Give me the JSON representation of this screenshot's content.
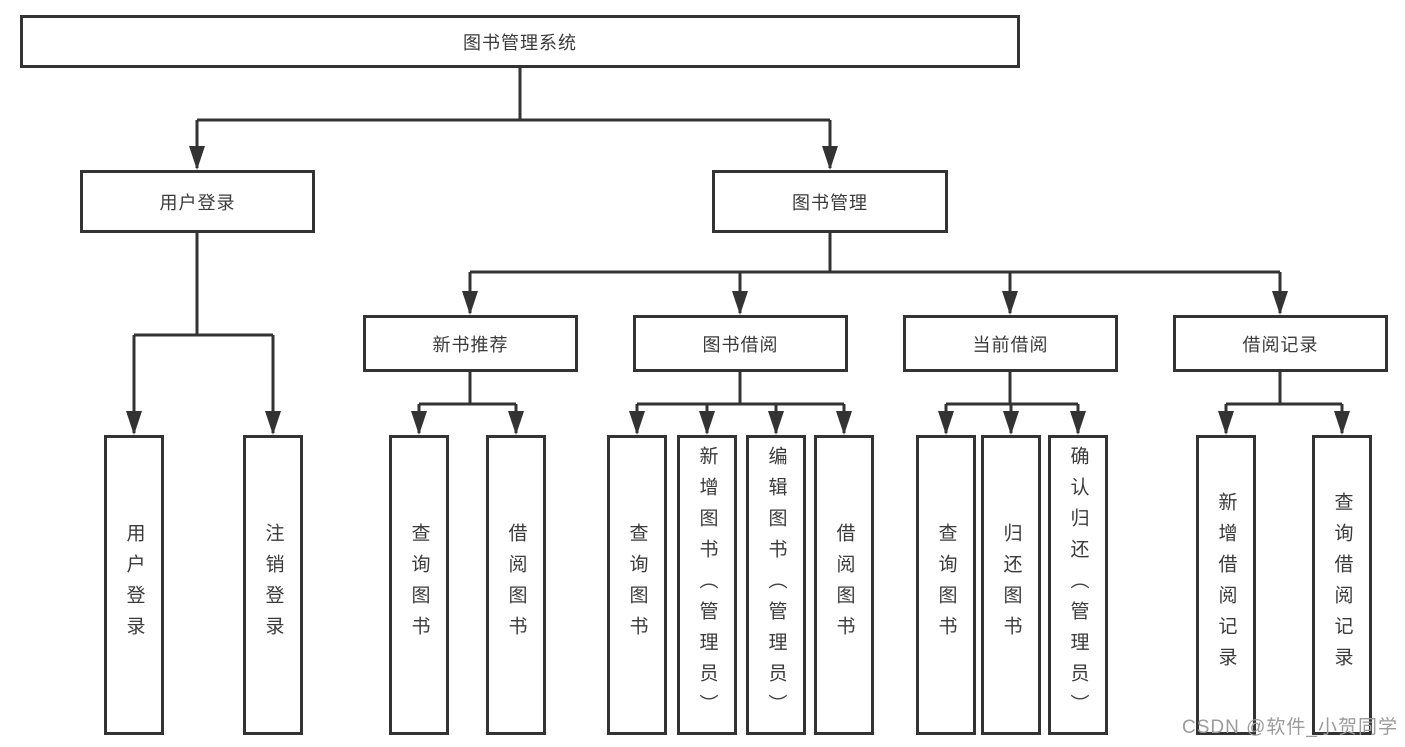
{
  "diagram": {
    "root": {
      "label": "图书管理系统"
    },
    "branches": [
      {
        "label": "用户登录",
        "children": [
          {
            "label": "用户登录"
          },
          {
            "label": "注销登录"
          }
        ]
      },
      {
        "label": "图书管理",
        "children": [
          {
            "label": "新书推荐",
            "children": [
              {
                "label": "查询图书"
              },
              {
                "label": "借阅图书"
              }
            ]
          },
          {
            "label": "图书借阅",
            "children": [
              {
                "label": "查询图书"
              },
              {
                "label": "新增图书（管理员）"
              },
              {
                "label": "编辑图书（管理员）"
              },
              {
                "label": "借阅图书"
              }
            ]
          },
          {
            "label": "当前借阅",
            "children": [
              {
                "label": "查询图书"
              },
              {
                "label": "归还图书"
              },
              {
                "label": "确认归还（管理员）"
              }
            ]
          },
          {
            "label": "借阅记录",
            "children": [
              {
                "label": "新增借阅记录"
              },
              {
                "label": "查询借阅记录"
              }
            ]
          }
        ]
      }
    ]
  },
  "colors": {
    "line": "#333333",
    "text": "#3a3a3a",
    "watermark": "#9b9b9b",
    "background": "#ffffff"
  },
  "watermark": {
    "text": "CSDN @软件_小贺同学"
  }
}
